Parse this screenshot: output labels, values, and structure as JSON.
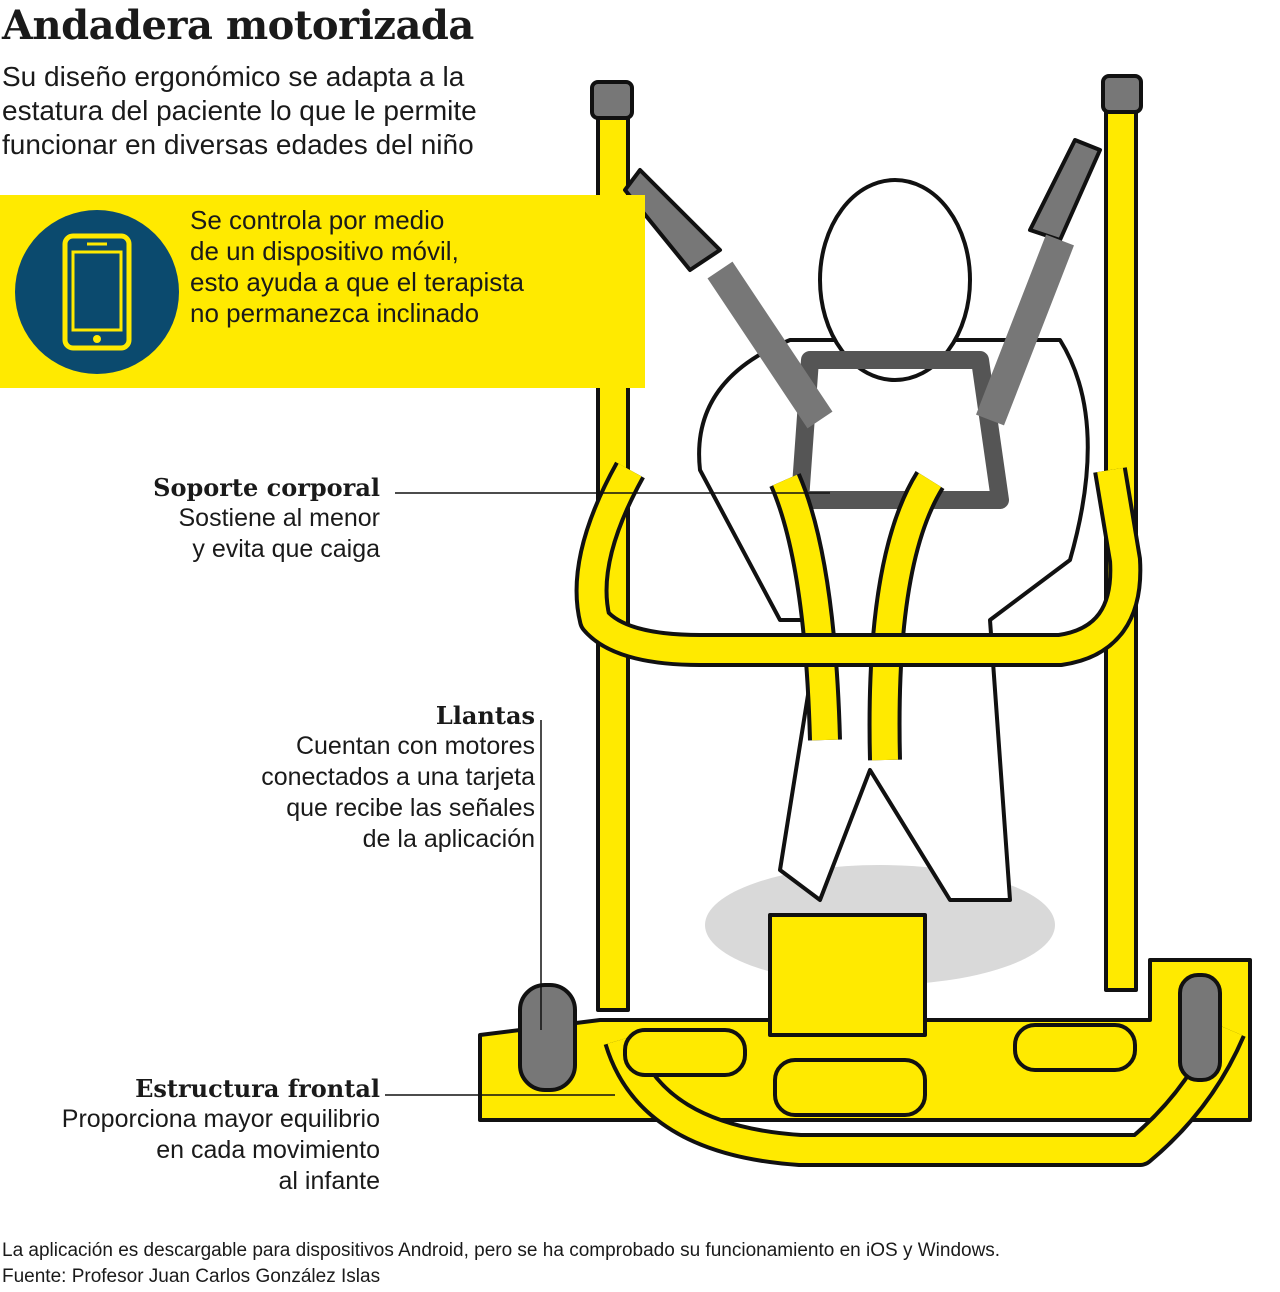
{
  "title": "Andadera motorizada",
  "subtitle": [
    "Su diseño ergonómico se adapta a la",
    "estatura del paciente lo que le permite",
    "funcionar en diversas edades del niño"
  ],
  "highlight": {
    "icon": "smartphone-icon",
    "lines": [
      "Se controla por medio",
      "de un dispositivo móvil,",
      "esto ayuda a que el terapista",
      "no permanezca inclinado"
    ]
  },
  "labels": {
    "soporte": {
      "title": "Soporte corporal",
      "lines": [
        "Sostiene al menor",
        "y evita que caiga"
      ]
    },
    "llantas": {
      "title": "Llantas",
      "lines": [
        "Cuentan con motores",
        "conectados a una tarjeta",
        "que recibe las señales",
        "de la aplicación"
      ]
    },
    "estructura": {
      "title": "Estructura frontal",
      "lines": [
        "Proporciona mayor equilibrio",
        "en cada movimiento",
        "al infante"
      ]
    }
  },
  "footer": {
    "note": "La aplicación es descargable para dispositivos Android, pero se ha comprobado su funcionamiento en iOS y Windows.",
    "source": "Fuente: Profesor Juan Carlos González Islas"
  },
  "colors": {
    "yellow": "#ffea00",
    "blue": "#0b4a6e",
    "gray": "#7a7a7a"
  }
}
